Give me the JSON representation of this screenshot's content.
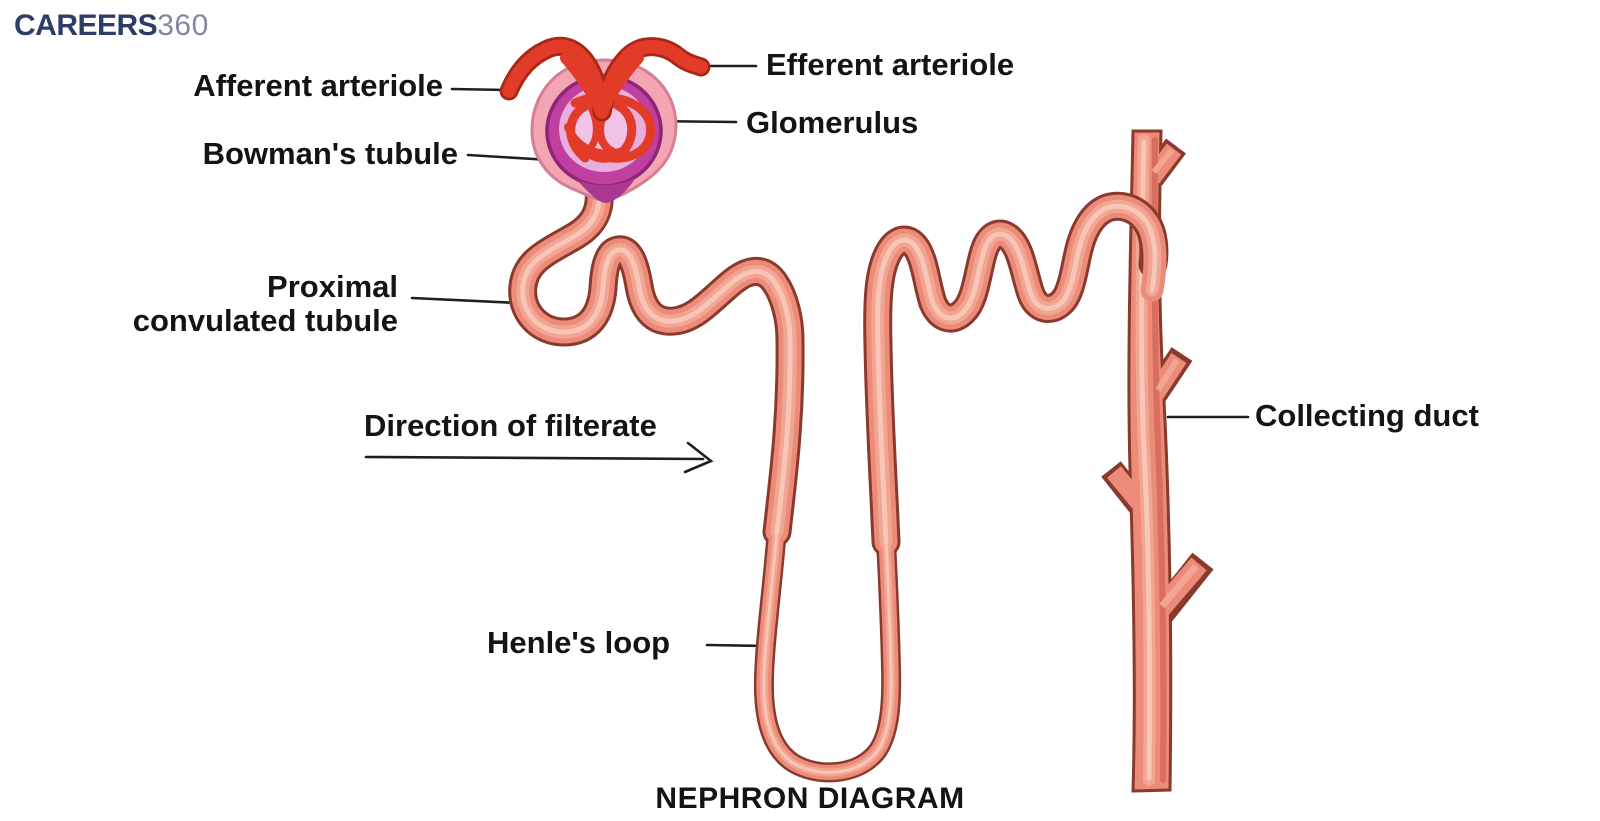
{
  "logo": {
    "primary": "CAREERS",
    "secondary": "360"
  },
  "title": "NEPHRON DIAGRAM",
  "labels": {
    "afferent_arteriole": "Afferent arteriole",
    "efferent_arteriole": "Efferent arteriole",
    "glomerulus": "Glomerulus",
    "bowmans_tubule": "Bowman's tubule",
    "proximal_line1": "Proximal",
    "proximal_line2": "convulated tubule",
    "direction_of_filtrate": "Direction of filterate",
    "henles_loop": "Henle's loop",
    "collecting_duct": "Collecting duct"
  },
  "colors": {
    "background": "#ffffff",
    "ink": "#1f1f1f",
    "label_text": "#141414",
    "tube_fill": "#ec8b7a",
    "tube_mid": "#f2a592",
    "tube_highlight": "#f8c6b4",
    "tube_outline": "#8a3a2c",
    "tube_shadow": "#d4695a",
    "arteriole_red": "#e23b28",
    "arteriole_dark": "#a82817",
    "capsule_outer": "#f2a5b3",
    "capsule_outer_edge": "#d77e95",
    "capsule_magenta": "#c0409f",
    "capsule_magenta_dark": "#8e2377",
    "capsule_pale": "#e9aede",
    "capsule_core": "#f2c3e8",
    "capsule_funnel": "#aa3892",
    "logo_primary": "#2d3d66",
    "logo_secondary": "#7e8aa3"
  }
}
